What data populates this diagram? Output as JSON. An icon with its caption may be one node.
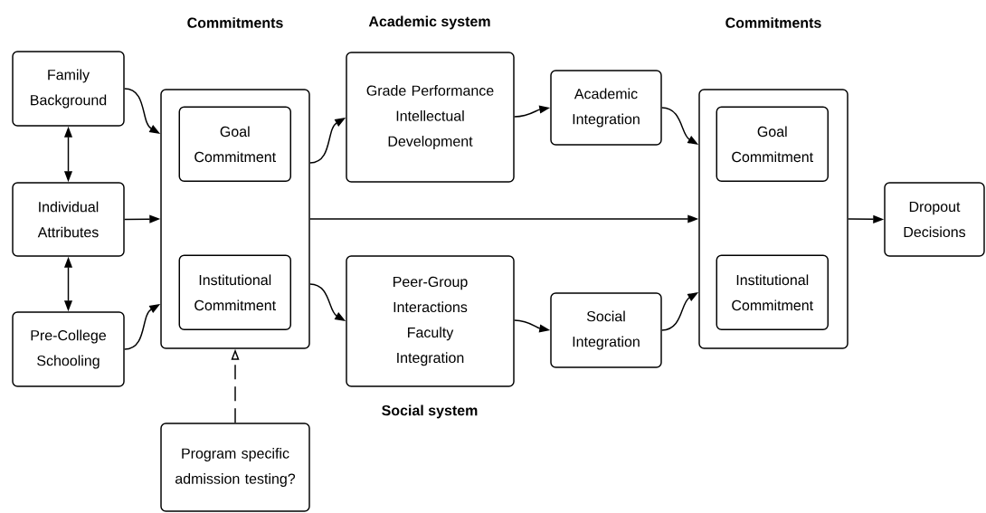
{
  "diagram": {
    "nodes": [
      {
        "text": [
          "Family Background"
        ]
      },
      {
        "text": [
          "Individual Attributes"
        ]
      },
      {
        "text": [
          "Pre-College Schooling"
        ]
      },
      {
        "text": [],
        "shape": "box"
      },
      {
        "text": [
          "Goal Commitment"
        ],
        "in": 3
      },
      {
        "text": [
          "Institutional Commitment"
        ],
        "in": 3
      },
      {
        "text": [
          "Grade Performance Intellectual Development"
        ]
      },
      {
        "text": [
          "Academic Integration"
        ]
      },
      {
        "text": [
          "Peer-Group Interactions Faculty Integration"
        ]
      },
      {
        "text": [
          "Social Integration"
        ]
      },
      {
        "text": [],
        "shape": "box"
      },
      {
        "text": [
          "Goal Commitment"
        ],
        "in": 10
      },
      {
        "text": [
          "Institutional Commitment"
        ],
        "in": 10
      },
      {
        "text": [
          "Dropout Decisions"
        ]
      },
      {
        "text": [
          "Program specific admission testing?"
        ]
      }
    ],
    "edges": [
      {
        "from": 0,
        "to": 3,
        "arrow": "to"
      },
      {
        "from": 0,
        "to": 1,
        "arrow": "both"
      },
      {
        "from": 1,
        "to": 2,
        "arrow": "both"
      },
      {
        "from": 1,
        "to": 3,
        "arrow": "to"
      },
      {
        "from": 2,
        "to": 3,
        "arrow": "to"
      },
      {
        "from": 3,
        "to": 6,
        "arrow": "to"
      },
      {
        "from": 3,
        "to": 8,
        "arrow": "to"
      },
      {
        "from": 6,
        "to": 7,
        "arrow": "to"
      },
      {
        "from": 8,
        "to": 9,
        "arrow": "to"
      },
      {
        "from": 7,
        "to": 10,
        "arrow": "to"
      },
      {
        "from": 9,
        "to": 10,
        "arrow": "to"
      },
      {
        "from": 3,
        "to": 10,
        "arrow": "to"
      },
      {
        "from": 10,
        "to": 13,
        "arrow": "to"
      },
      {
        "from": 14,
        "to": 3,
        "arrow": "to",
        "style": "dashed"
      }
    ],
    "labels": [
      "Commitments",
      "Academic system",
      "Commitments",
      "Social system"
    ]
  }
}
